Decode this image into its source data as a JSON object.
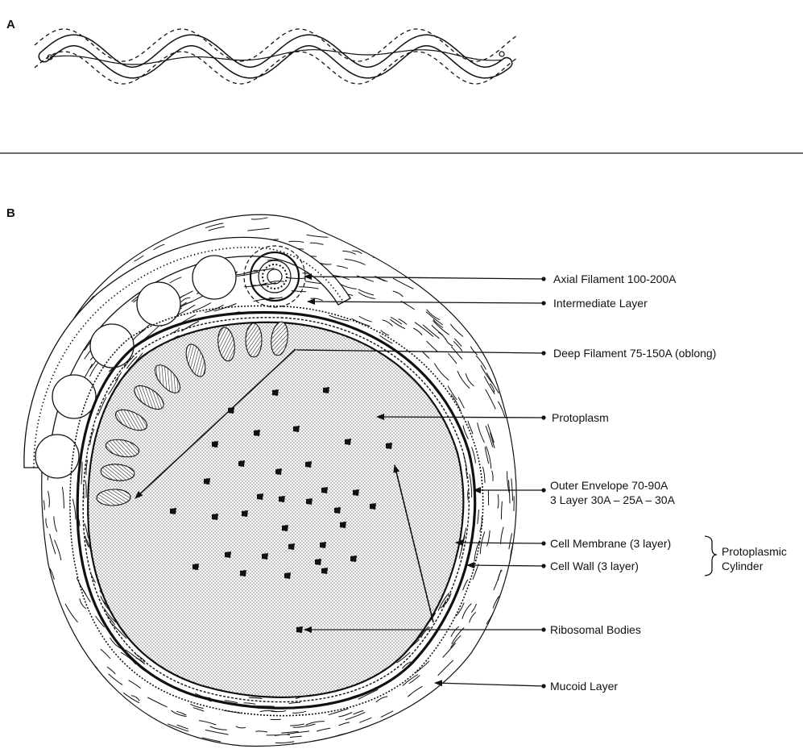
{
  "panels": {
    "a": "A",
    "b": "B"
  },
  "labels": {
    "axial_filament": "Axial Filament 100-200A",
    "intermediate_layer": "Intermediate Layer",
    "deep_filament": "Deep Filament 75-150A (oblong)",
    "protoplasm": "Protoplasm",
    "outer_envelope_1": "Outer Envelope 70-90A",
    "outer_envelope_2": "3 Layer 30A – 25A – 30A",
    "cell_membrane": "Cell Membrane (3 layer)",
    "cell_wall": "Cell Wall (3 layer)",
    "protoplasmic_1": "Protoplasmic",
    "protoplasmic_2": "Cylinder",
    "ribosomal_bodies": "Ribosomal Bodies",
    "mucoid_layer": "Mucoid Layer"
  },
  "colors": {
    "ink": "#111111",
    "paper": "#ffffff",
    "stipple": "#555555"
  }
}
